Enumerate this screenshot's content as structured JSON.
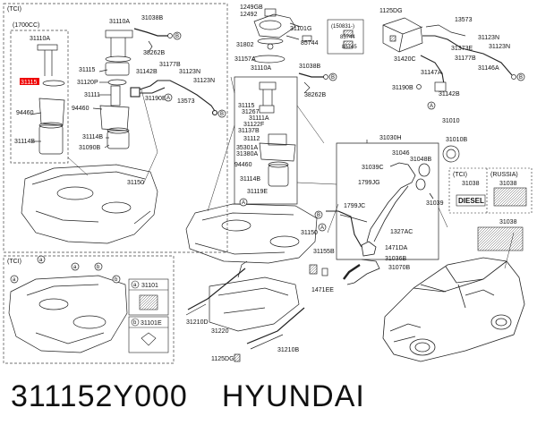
{
  "caption": {
    "part_number": "311152Y000",
    "brand": "HYUNDAI"
  },
  "labels": {
    "tci_1700cc": "(TCI)",
    "cc1700": "(1700CC)",
    "p31110A_a": "31110A",
    "p31115_hl": "31115",
    "p94460_a": "94460",
    "p31114B_a": "31114B",
    "p31110A_b": "31110A",
    "p31038B_a": "31038B",
    "p38262B_a": "38262B",
    "p31115_b": "31115",
    "p31120P": "31120P",
    "p31111_a": "31111",
    "p94460_b": "94460",
    "p31114B_b": "31114B",
    "p31090B": "31090B",
    "p31142B_a": "31142B",
    "p31177B_a": "31177B",
    "p31123N_a": "31123N",
    "p31123N_b": "31123N",
    "p31190B_a": "31190B",
    "p13573_a": "13573",
    "p31150_a": "31150",
    "tci_left": "(TCI)",
    "p1249GB": "1249GB",
    "p12492": "12492",
    "p31101G": "31101G",
    "p31802": "31802",
    "p85744_a": "85744",
    "p31157A": "31157A",
    "p31110A_c": "31110A",
    "p31038B_b": "31038B",
    "p38262B_b": "38262B",
    "date150831": "(150831-)",
    "p85744_b": "85744",
    "p85745": "85745",
    "p31115_c": "31115",
    "p31267": "31267",
    "p31111A": "31111A",
    "p31122F": "31122F",
    "p31137B": "31137B",
    "p31112": "31112",
    "p35301A": "35301A",
    "p31380A": "31380A",
    "p94460_c": "94460",
    "p31114B_c": "31114B",
    "p31119E": "31119E",
    "p1125DG_a": "1125DG",
    "p13573_b": "13573",
    "p31123N_c": "31123N",
    "p31123N_d": "31123N",
    "p31373E": "31373E",
    "p31420C": "31420C",
    "p31177B_b": "31177B",
    "p31146A": "31146A",
    "p31147A": "31147A",
    "p31190B_b": "31190B",
    "p31142B_b": "31142B",
    "p31010": "31010",
    "p31010B": "31010B",
    "p31030H": "31030H",
    "p31046": "31046",
    "p31039C": "31039C",
    "p31048B": "31048B",
    "p1799JG": "1799JG",
    "p1799JC": "1799JC",
    "p31039": "31039",
    "tci_right": "(TCI)",
    "russia": "(RUSSIA)",
    "p31038_a": "31038",
    "p31038_b": "31038",
    "diesel": "DIESEL",
    "p31038_c": "31038",
    "p1327AC": "1327AC",
    "p1471DA": "1471DA",
    "p31036B": "31036B",
    "p31070B": "31070B",
    "p31150_b": "31150",
    "p31155B": "31155B",
    "p1471EE": "1471EE",
    "p31101": "31101",
    "p31101E": "31101E",
    "p31210D": "31210D",
    "p31220": "31220",
    "p31210B": "31210B",
    "p1125DG_b": "1125DG",
    "circ_a": "a",
    "circ_b": "b",
    "circ_A": "A",
    "circ_B": "B"
  },
  "colors": {
    "line": "#222222",
    "highlight": "#e00000",
    "frame_dash": "#444444"
  }
}
